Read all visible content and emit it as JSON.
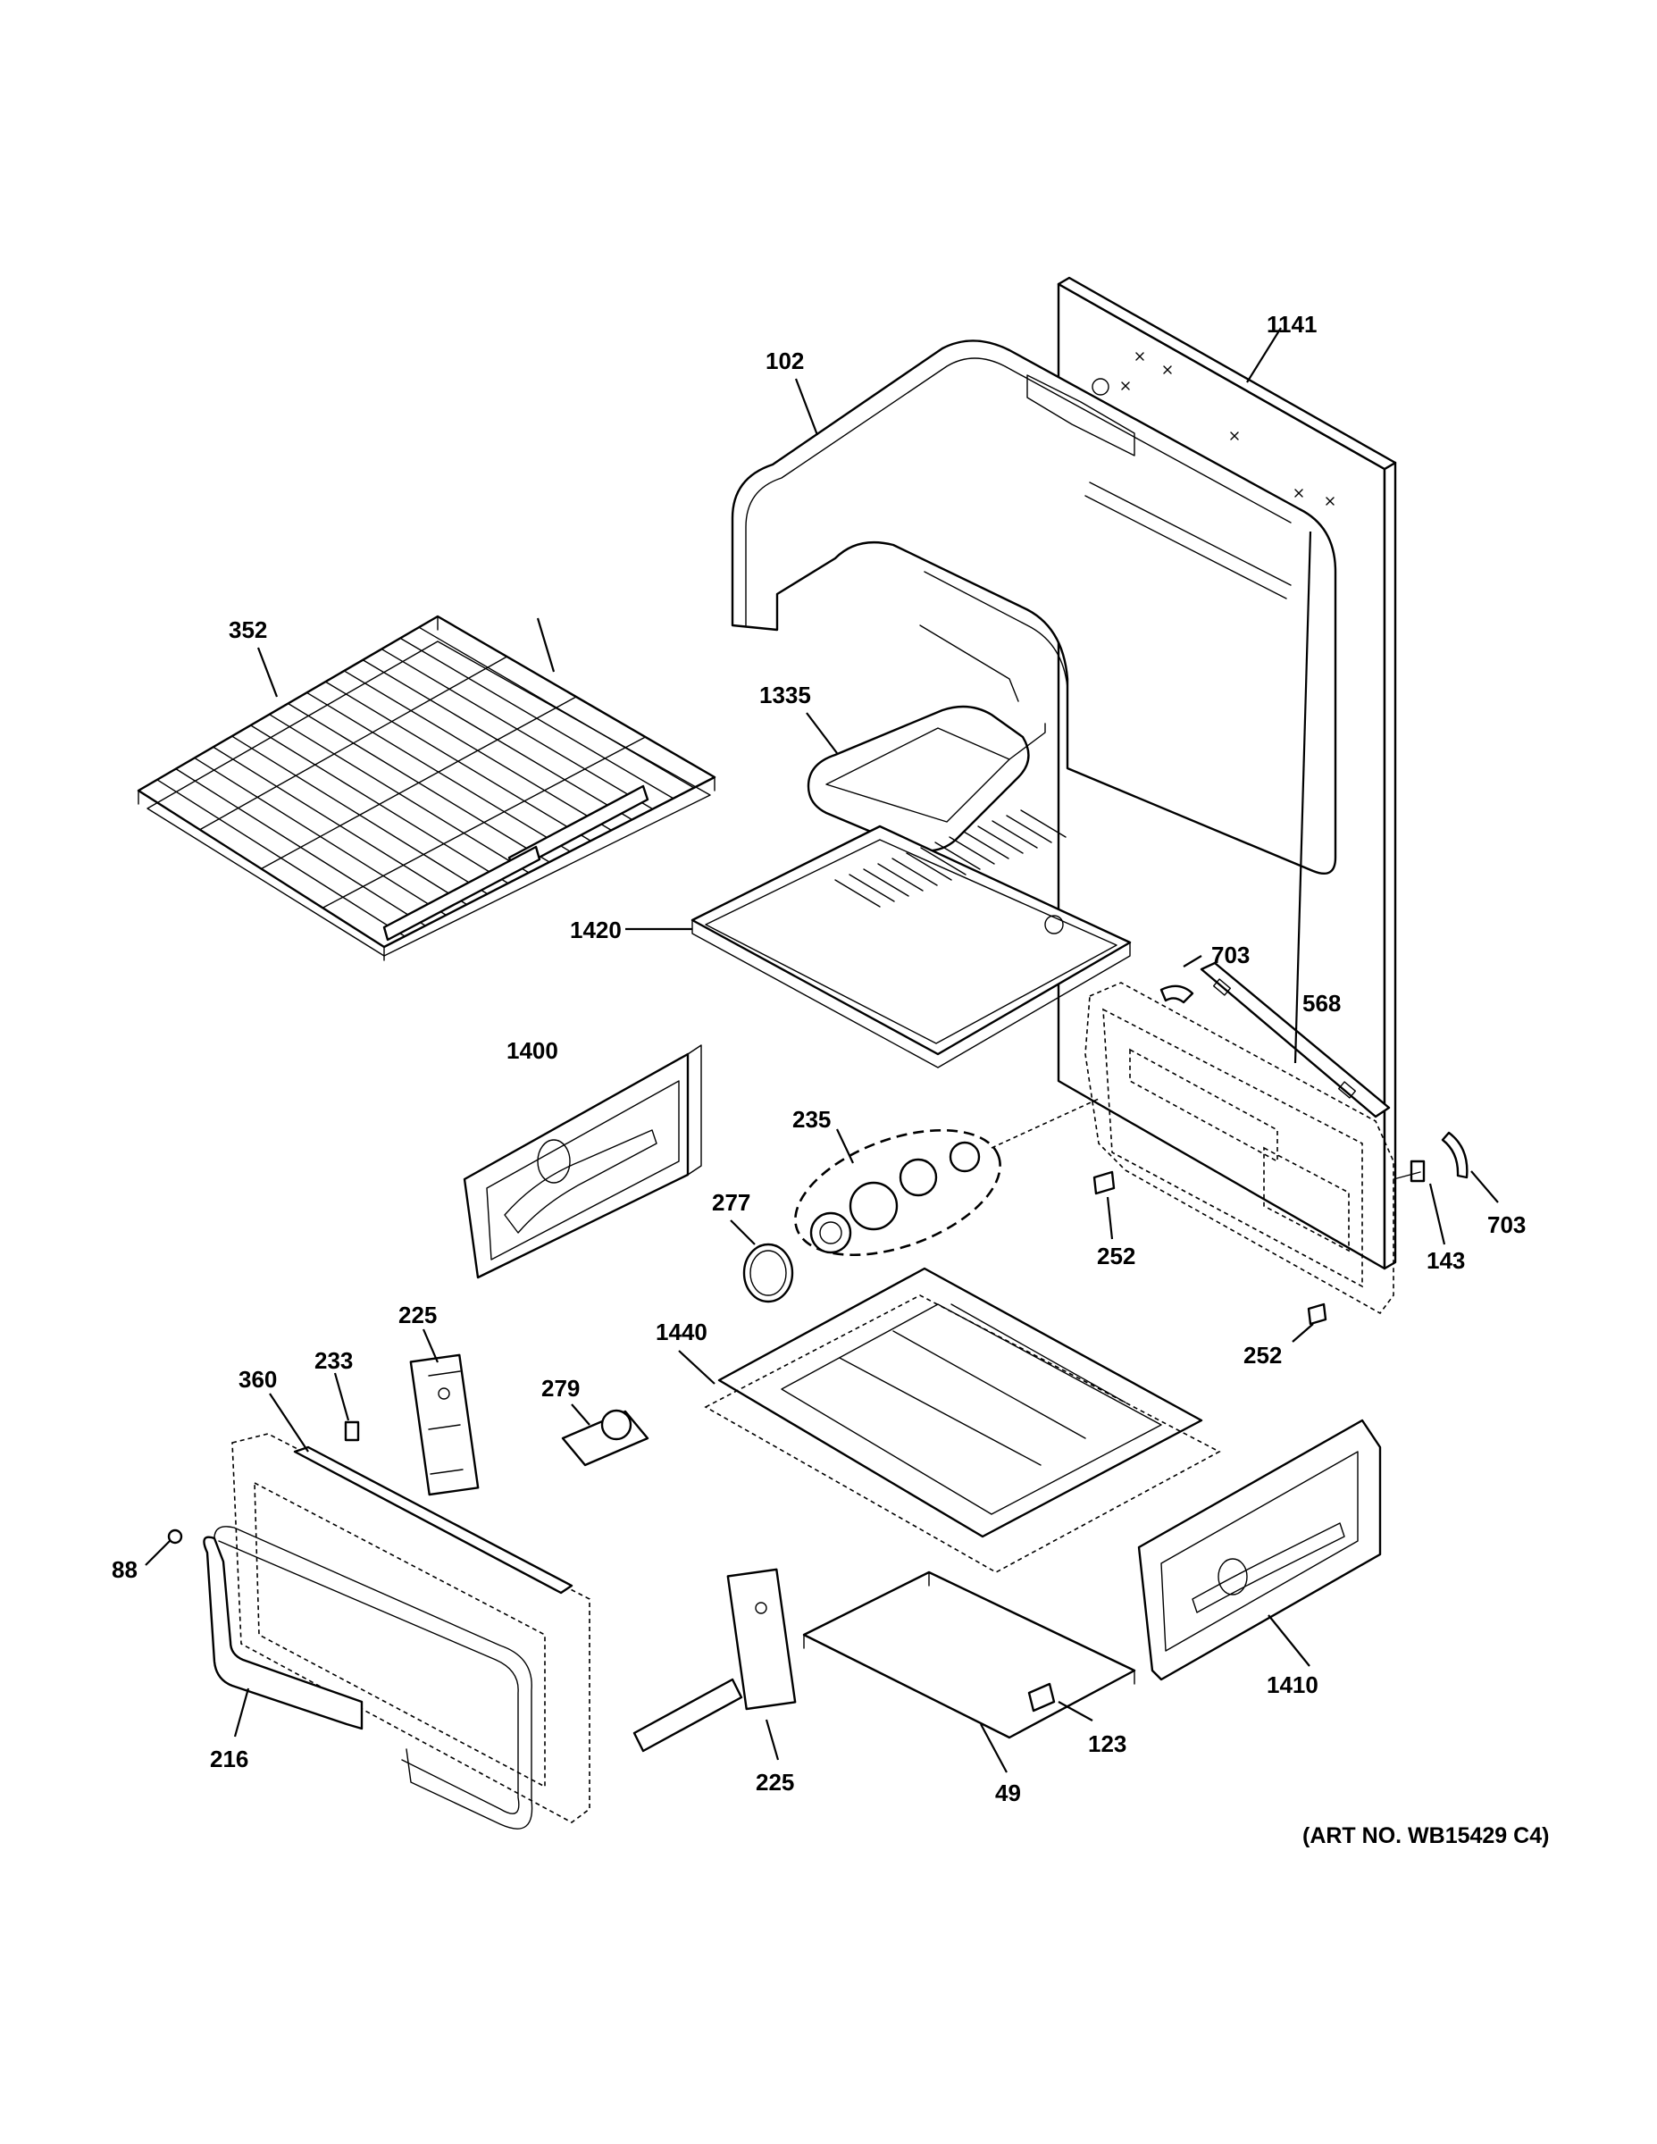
{
  "diagram": {
    "art_number": "(ART NO. WB15429 C4)",
    "callouts": [
      {
        "id": "c1141",
        "label": "1141"
      },
      {
        "id": "c102",
        "label": "102"
      },
      {
        "id": "c352",
        "label": "352"
      },
      {
        "id": "c1335",
        "label": "1335"
      },
      {
        "id": "c1420",
        "label": "1420"
      },
      {
        "id": "c703a",
        "label": "703"
      },
      {
        "id": "c568",
        "label": "568"
      },
      {
        "id": "c1400",
        "label": "1400"
      },
      {
        "id": "c235",
        "label": "235"
      },
      {
        "id": "c277",
        "label": "277"
      },
      {
        "id": "c252a",
        "label": "252"
      },
      {
        "id": "c703b",
        "label": "703"
      },
      {
        "id": "c143",
        "label": "143"
      },
      {
        "id": "c252b",
        "label": "252"
      },
      {
        "id": "c1440",
        "label": "1440"
      },
      {
        "id": "c225a",
        "label": "225"
      },
      {
        "id": "c233",
        "label": "233"
      },
      {
        "id": "c360",
        "label": "360"
      },
      {
        "id": "c279",
        "label": "279"
      },
      {
        "id": "c88",
        "label": "88"
      },
      {
        "id": "c216",
        "label": "216"
      },
      {
        "id": "c225b",
        "label": "225"
      },
      {
        "id": "c49",
        "label": "49"
      },
      {
        "id": "c123",
        "label": "123"
      },
      {
        "id": "c1410",
        "label": "1410"
      }
    ]
  }
}
